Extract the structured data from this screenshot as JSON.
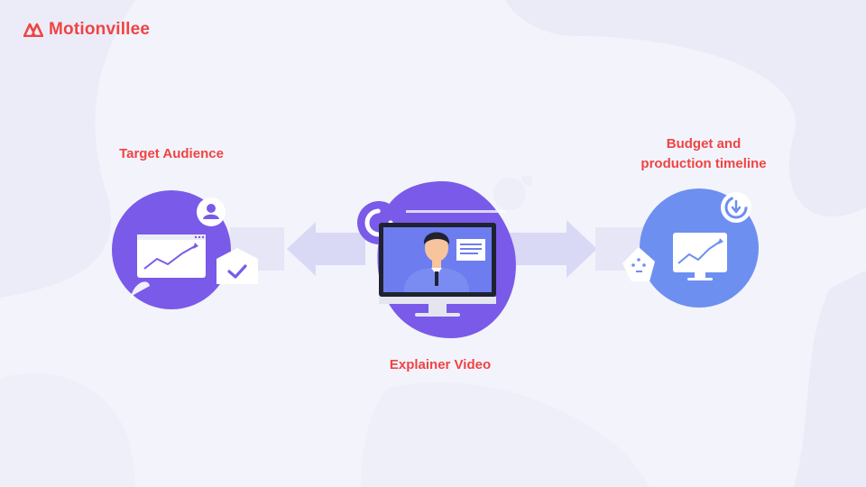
{
  "brand": {
    "name": "Motionvillee",
    "color": "#ef4444"
  },
  "nodes": {
    "left": {
      "label": "Target Audience",
      "icons": [
        "user-icon",
        "check-icon",
        "chart-monitor-icon"
      ]
    },
    "center": {
      "label": "Explainer Video",
      "icons": [
        "person-icon",
        "loading-ring-icon",
        "text-lines-icon"
      ]
    },
    "right": {
      "label_line1": "Budget and",
      "label_line2": "production timeline",
      "icons": [
        "download-icon",
        "chat-bubble-icon",
        "chart-monitor-icon"
      ]
    }
  },
  "colors": {
    "accent": "#ef4444",
    "purple": "#7a5ae8",
    "blue": "#6d8ff0",
    "arrow": "#dcdcf6",
    "background": "#f3f3fb"
  }
}
